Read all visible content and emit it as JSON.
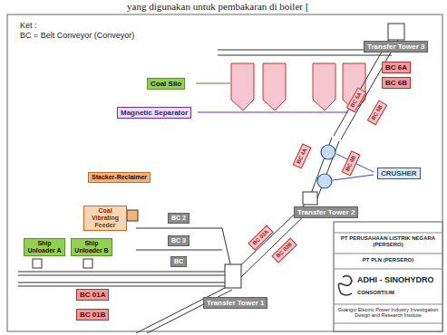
{
  "diagram": {
    "nodes": [
      {
        "text": [
          "Transfer Tower 3"
        ]
      },
      {
        "text": [
          "BC 6A"
        ]
      },
      {
        "text": [
          "BC 6B"
        ]
      },
      {
        "text": [
          "Coal Silo"
        ]
      },
      {
        "text": [
          "Magnetic Separator"
        ]
      },
      {
        "text": [
          "BC 5A"
        ]
      },
      {
        "text": [
          "BC 5B"
        ]
      },
      {
        "text": [
          "BC 4A"
        ]
      },
      {
        "text": [
          "BC 4B"
        ]
      },
      {
        "text": [
          "CRUSHER"
        ]
      },
      {
        "text": [
          "Stacker-Reclaimer"
        ]
      },
      {
        "text": [
          "Transfer Tower 2"
        ]
      },
      {
        "text": [
          "BC 2"
        ]
      },
      {
        "text": [
          "Coal Vibrating Feeder"
        ]
      },
      {
        "text": [
          "Ship Unloader A"
        ]
      },
      {
        "text": [
          "Ship Unloader B"
        ]
      },
      {
        "text": [
          "BC 3"
        ]
      },
      {
        "text": [
          "BC"
        ]
      },
      {
        "text": [
          "BC 02A"
        ]
      },
      {
        "text": [
          "BC 02B"
        ]
      },
      {
        "text": [
          "BC 01A"
        ]
      },
      {
        "text": [
          "Transfer Tower 1"
        ]
      },
      {
        "text": [
          "BC 01B"
        ]
      }
    ],
    "labels": [
      "yang digunakan untuk pembakaran di boiler [",
      "Ket :",
      "BC = Belt Conveyor (Conveyor)",
      "PT PERUSAHAAN LISTRIK NEGARA (PERSERO)",
      "PT PLN (PERSERO)",
      "ADHI - SINOHYDRO",
      "CONSORTIUM",
      "Guangxi Electric Power Industry Investigation Design and Research Institute"
    ]
  }
}
